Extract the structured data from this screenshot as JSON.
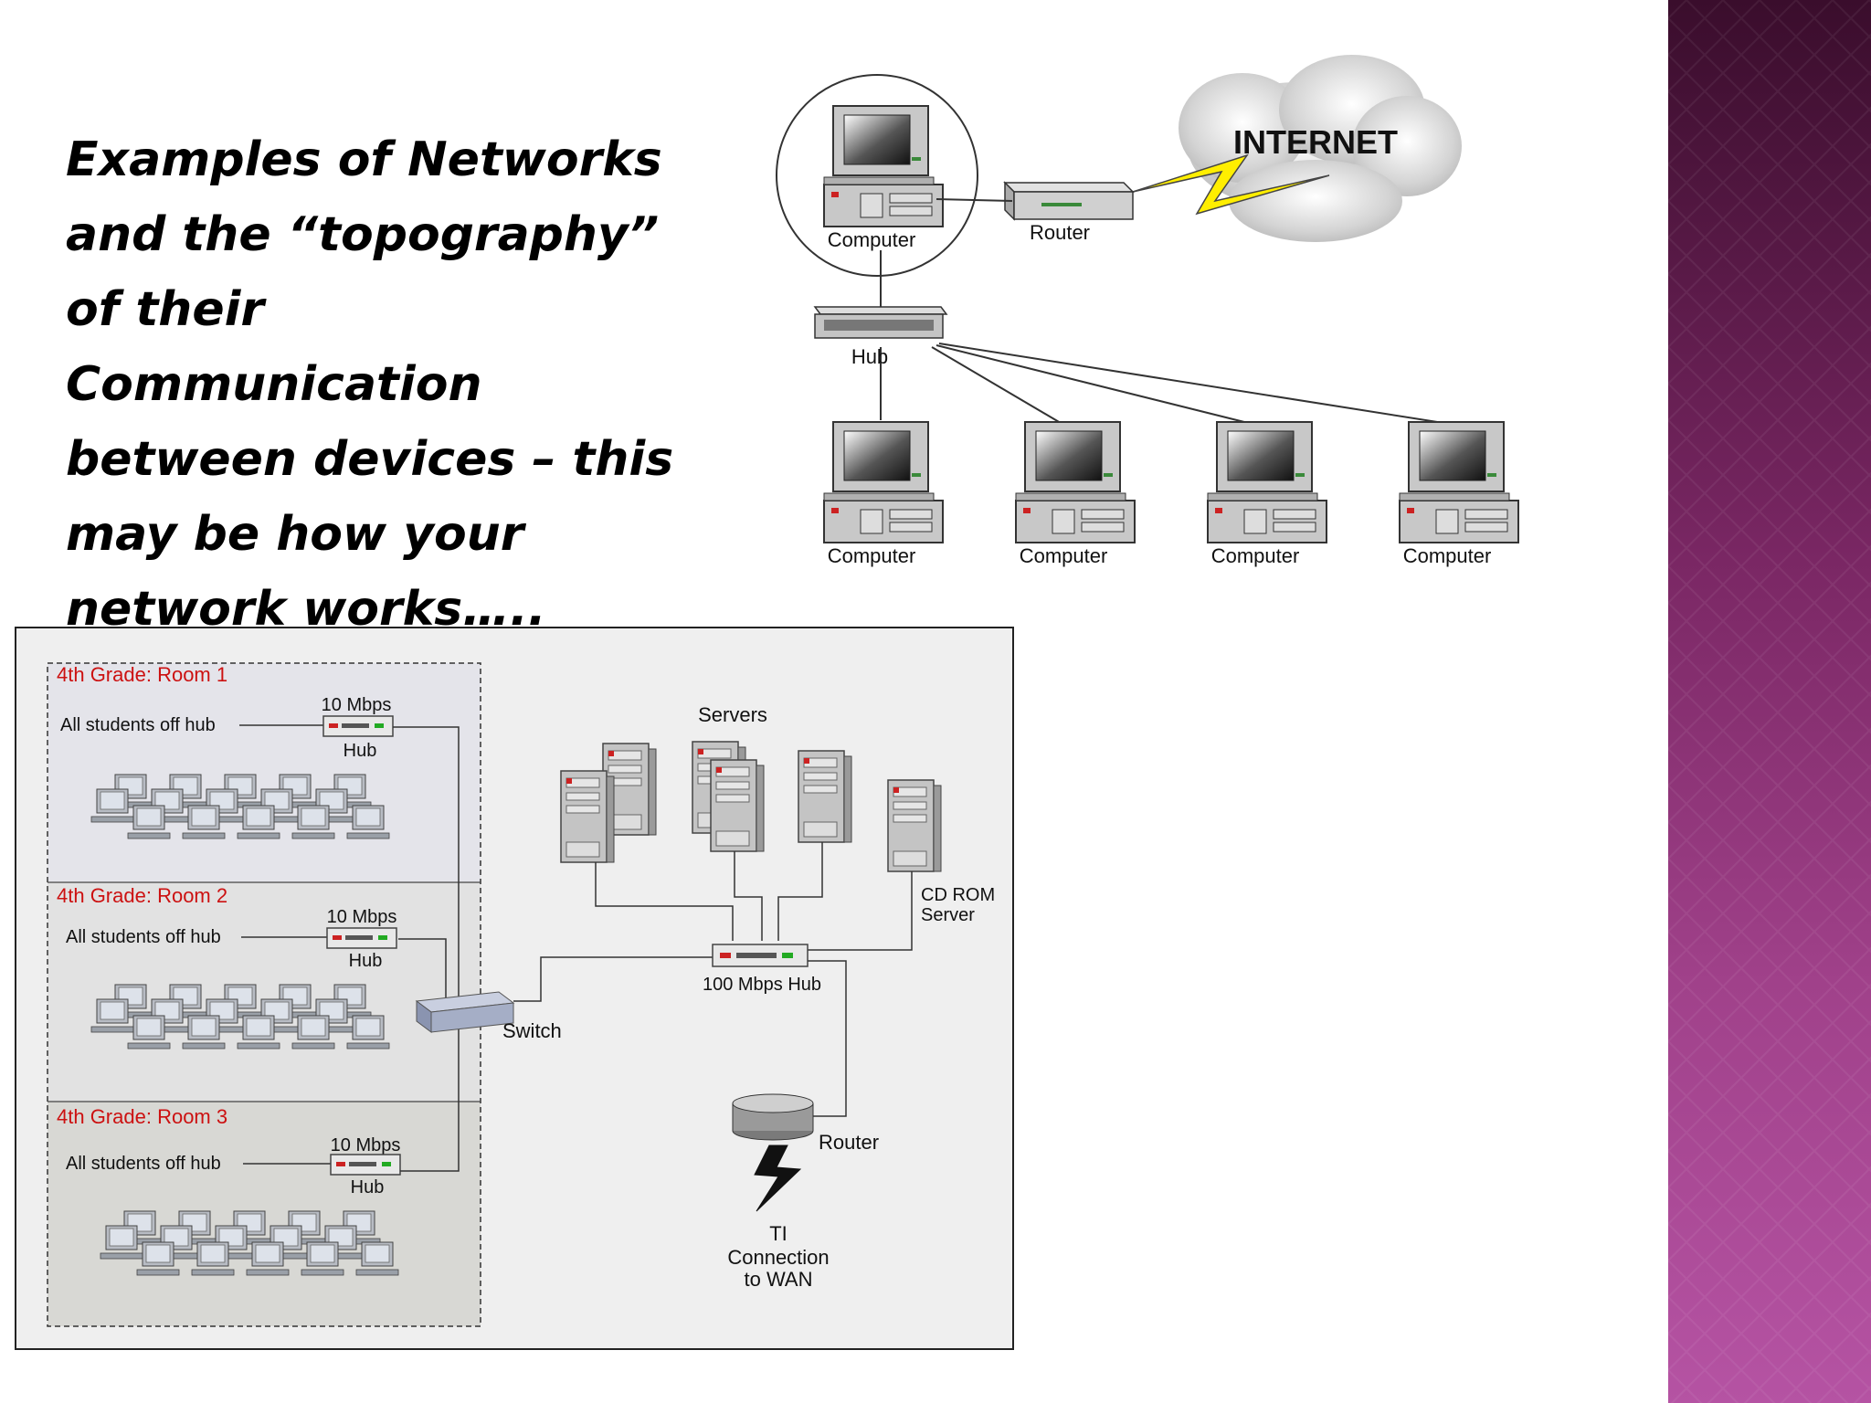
{
  "slide": {
    "headline": "Examples of Networks and the “topography” of their Communication between devices – this may be how your network works….."
  },
  "top_diagram": {
    "cloud_label": "INTERNET",
    "router_label": "Router",
    "hub_label": "Hub",
    "main_computer_label": "Computer",
    "client_labels": [
      "Computer",
      "Computer",
      "Computer",
      "Computer"
    ]
  },
  "bottom_diagram": {
    "rooms": [
      {
        "title": "4th Grade: Room 1",
        "note": "All students off hub",
        "speed": "10 Mbps",
        "device": "Hub"
      },
      {
        "title": "4th Grade: Room 2",
        "note": "All students off hub",
        "speed": "10 Mbps",
        "device": "Hub"
      },
      {
        "title": "4th Grade: Room 3",
        "note": "All students off hub",
        "speed": "10 Mbps",
        "device": "Hub"
      }
    ],
    "servers_label": "Servers",
    "cdrom_label_line1": "CD ROM",
    "cdrom_label_line2": "Server",
    "main_hub_label": "100 Mbps Hub",
    "switch_label": "Switch",
    "router_label": "Router",
    "wan_line1": "TI",
    "wan_line2": "Connection",
    "wan_line3": "to WAN"
  },
  "colors": {
    "sidebar_dark": "#3a0d2c",
    "sidebar_light": "#b553a3",
    "room_title_red": "#cc1111",
    "lightning_yellow": "#ffee00"
  }
}
